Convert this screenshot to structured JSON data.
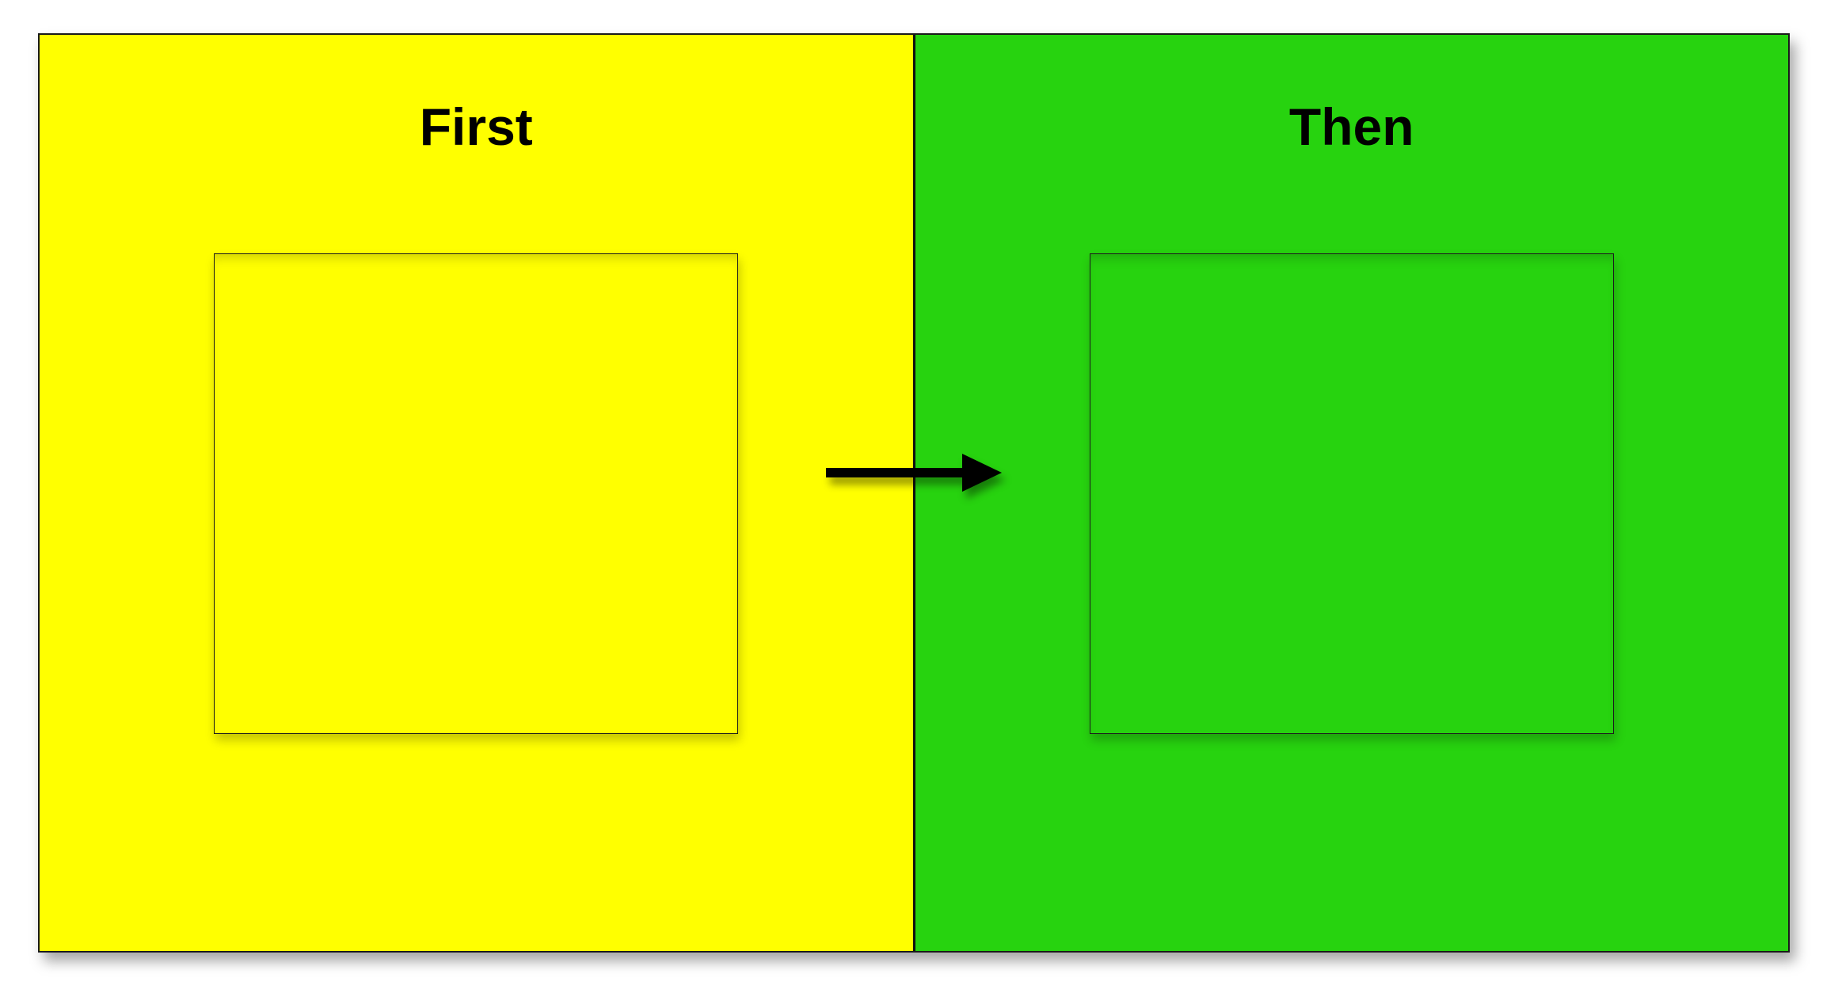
{
  "diagram": {
    "panels": [
      {
        "label": "First",
        "background": "#FFFF00"
      },
      {
        "label": "Then",
        "background": "#27D30F"
      }
    ],
    "arrow": {
      "name": "right-arrow",
      "color": "#000000",
      "direction": "right"
    },
    "border_color": "#1a1a1a",
    "page_background": "#ffffff"
  }
}
